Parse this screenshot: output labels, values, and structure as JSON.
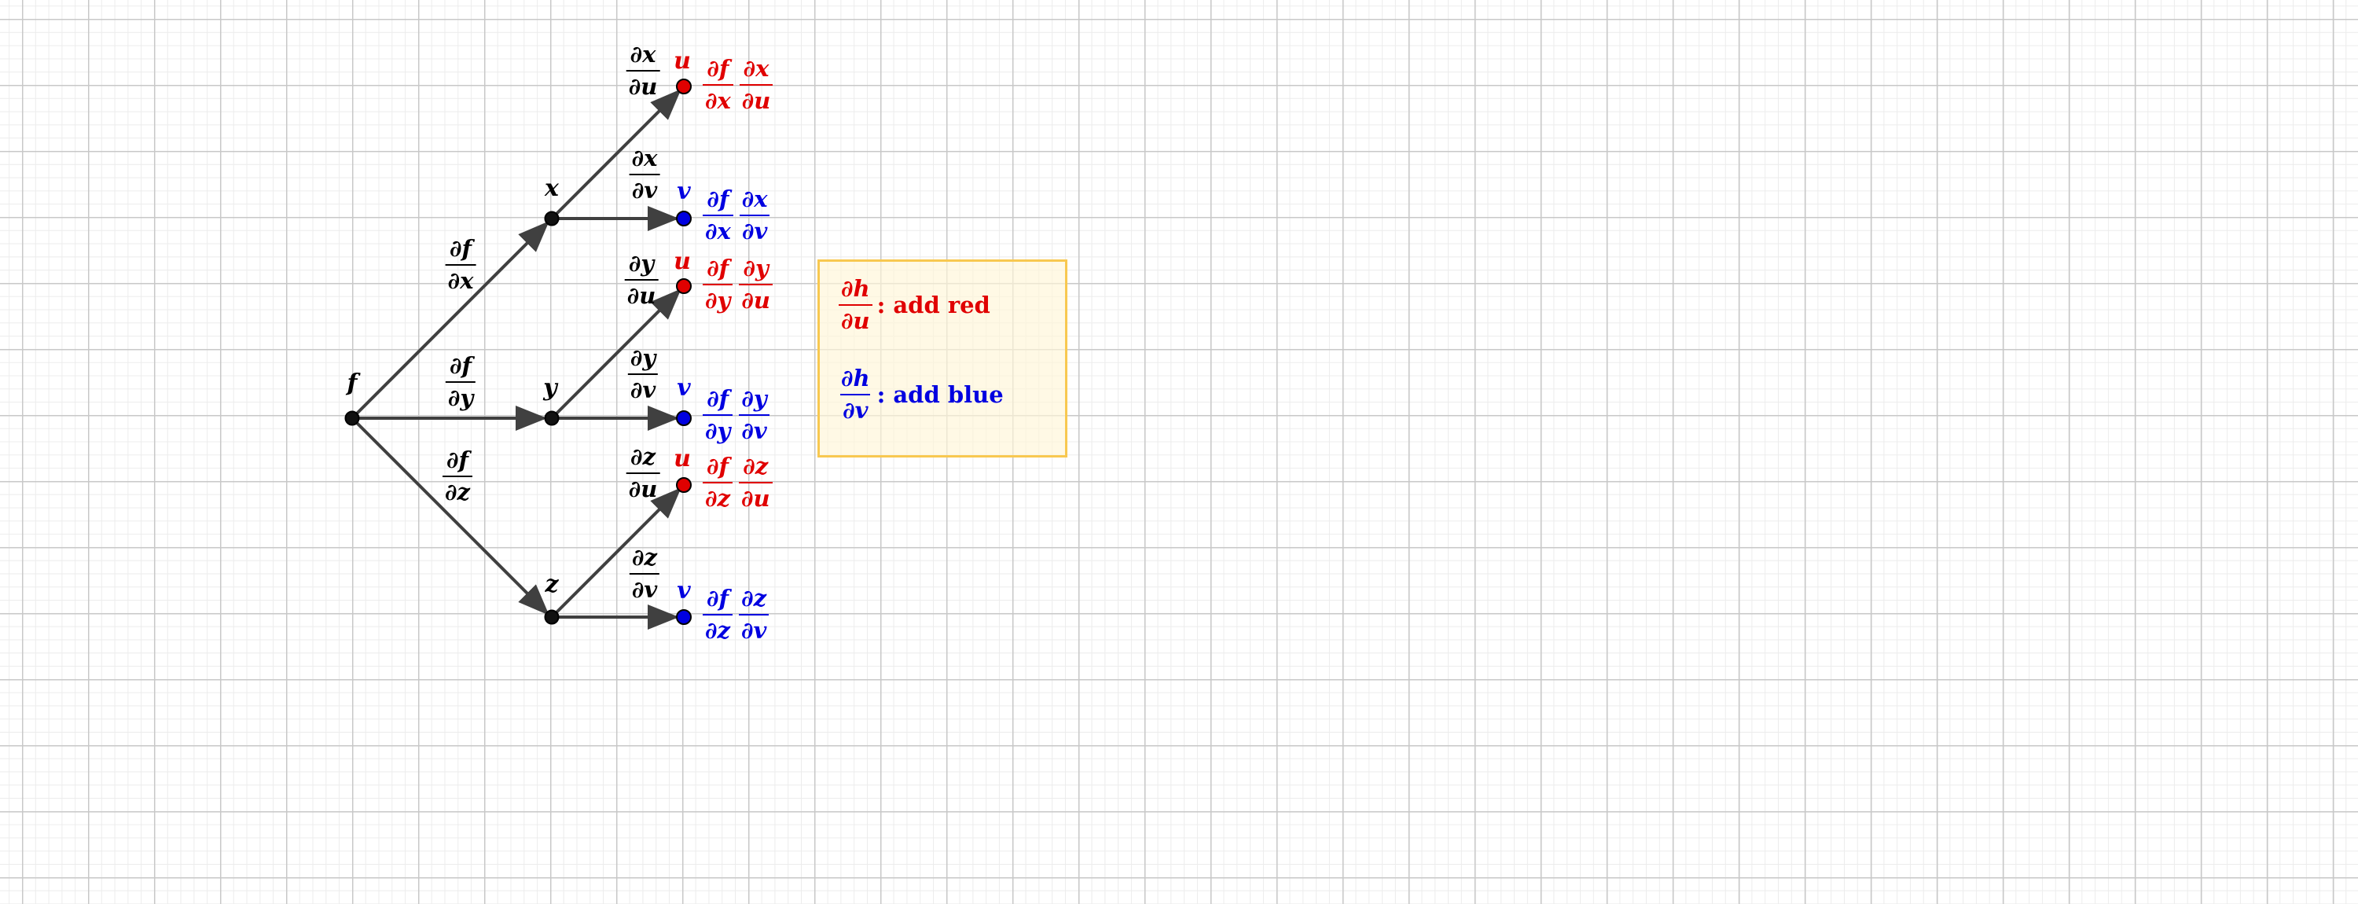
{
  "diagram": {
    "root_label": "f",
    "level1": [
      {
        "label": "x",
        "edge": {
          "num": "∂f",
          "den": "∂x"
        }
      },
      {
        "label": "y",
        "edge": {
          "num": "∂f",
          "den": "∂y"
        }
      },
      {
        "label": "z",
        "edge": {
          "num": "∂f",
          "den": "∂z"
        }
      }
    ],
    "leaves": [
      {
        "label": "u",
        "color": "red",
        "edge": {
          "num": "∂x",
          "den": "∂u"
        },
        "product": [
          {
            "num": "∂f",
            "den": "∂x"
          },
          {
            "num": "∂x",
            "den": "∂u"
          }
        ]
      },
      {
        "label": "v",
        "color": "blue",
        "edge": {
          "num": "∂x",
          "den": "∂v"
        },
        "product": [
          {
            "num": "∂f",
            "den": "∂x"
          },
          {
            "num": "∂x",
            "den": "∂v"
          }
        ]
      },
      {
        "label": "u",
        "color": "red",
        "edge": {
          "num": "∂y",
          "den": "∂u"
        },
        "product": [
          {
            "num": "∂f",
            "den": "∂y"
          },
          {
            "num": "∂y",
            "den": "∂u"
          }
        ]
      },
      {
        "label": "v",
        "color": "blue",
        "edge": {
          "num": "∂y",
          "den": "∂v"
        },
        "product": [
          {
            "num": "∂f",
            "den": "∂y"
          },
          {
            "num": "∂y",
            "den": "∂v"
          }
        ]
      },
      {
        "label": "u",
        "color": "red",
        "edge": {
          "num": "∂z",
          "den": "∂u"
        },
        "product": [
          {
            "num": "∂f",
            "den": "∂z"
          },
          {
            "num": "∂z",
            "den": "∂u"
          }
        ]
      },
      {
        "label": "v",
        "color": "blue",
        "edge": {
          "num": "∂z",
          "den": "∂v"
        },
        "product": [
          {
            "num": "∂f",
            "den": "∂z"
          },
          {
            "num": "∂z",
            "den": "∂v"
          }
        ]
      }
    ]
  },
  "rule_box": {
    "red_rule": {
      "num": "∂h",
      "den": "∂u",
      "text": ": add red"
    },
    "blue_rule": {
      "num": "∂h",
      "den": "∂v",
      "text": ": add blue"
    }
  },
  "colors": {
    "red": "#e00000",
    "blue": "#0000e0",
    "edge": "#404040",
    "node": "#000000",
    "box_border": "#f8c850",
    "box_fill": "#fff6d7"
  }
}
